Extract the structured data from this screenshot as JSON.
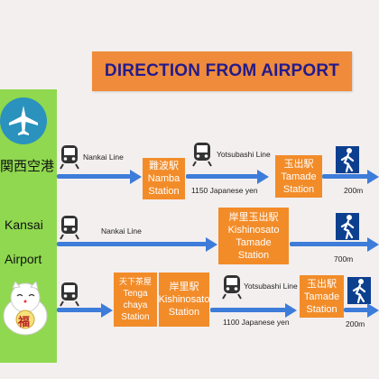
{
  "title": "DIRECTION FROM AIRPORT",
  "airport": {
    "name_jp": "関西空港",
    "name_en_1": "Kansai",
    "name_en_2": "Airport",
    "lucky_cat_char": "福"
  },
  "routes": [
    {
      "line1": "Nankai  Line",
      "station1": {
        "jp": "難波駅",
        "en1": "Namba",
        "en2": "Station"
      },
      "line2": "Yotsubashi Line",
      "fare": "1150  Japanese yen",
      "station2": {
        "jp": "玉出駅",
        "en1": "Tamade",
        "en2": "Station"
      },
      "walk": "200m"
    },
    {
      "line1": "Nankai  Line",
      "station1": {
        "jp": "岸里玉出駅",
        "en1": "Kishinosato",
        "en2": "Tamade",
        "en3": "Station"
      },
      "walk": "700m"
    },
    {
      "station0": {
        "jp": "天下茶屋",
        "en1": "Tenga",
        "en2": "chaya",
        "en3": "Station"
      },
      "station1": {
        "jp": "岸里駅",
        "en1": "Kishinosato",
        "en2": "Station"
      },
      "line2": "Yotsubashi Line",
      "fare": "1100  Japanese yen",
      "station2": {
        "jp": "玉出駅",
        "en1": "Tamade",
        "en2": "Station"
      },
      "walk": "200m"
    }
  ],
  "colors": {
    "accent_orange": "#f28c29",
    "title_text": "#231b8c",
    "arrow": "#3d7cd9",
    "panel": "#8fd84f",
    "plane_circle": "#2a92bd"
  }
}
